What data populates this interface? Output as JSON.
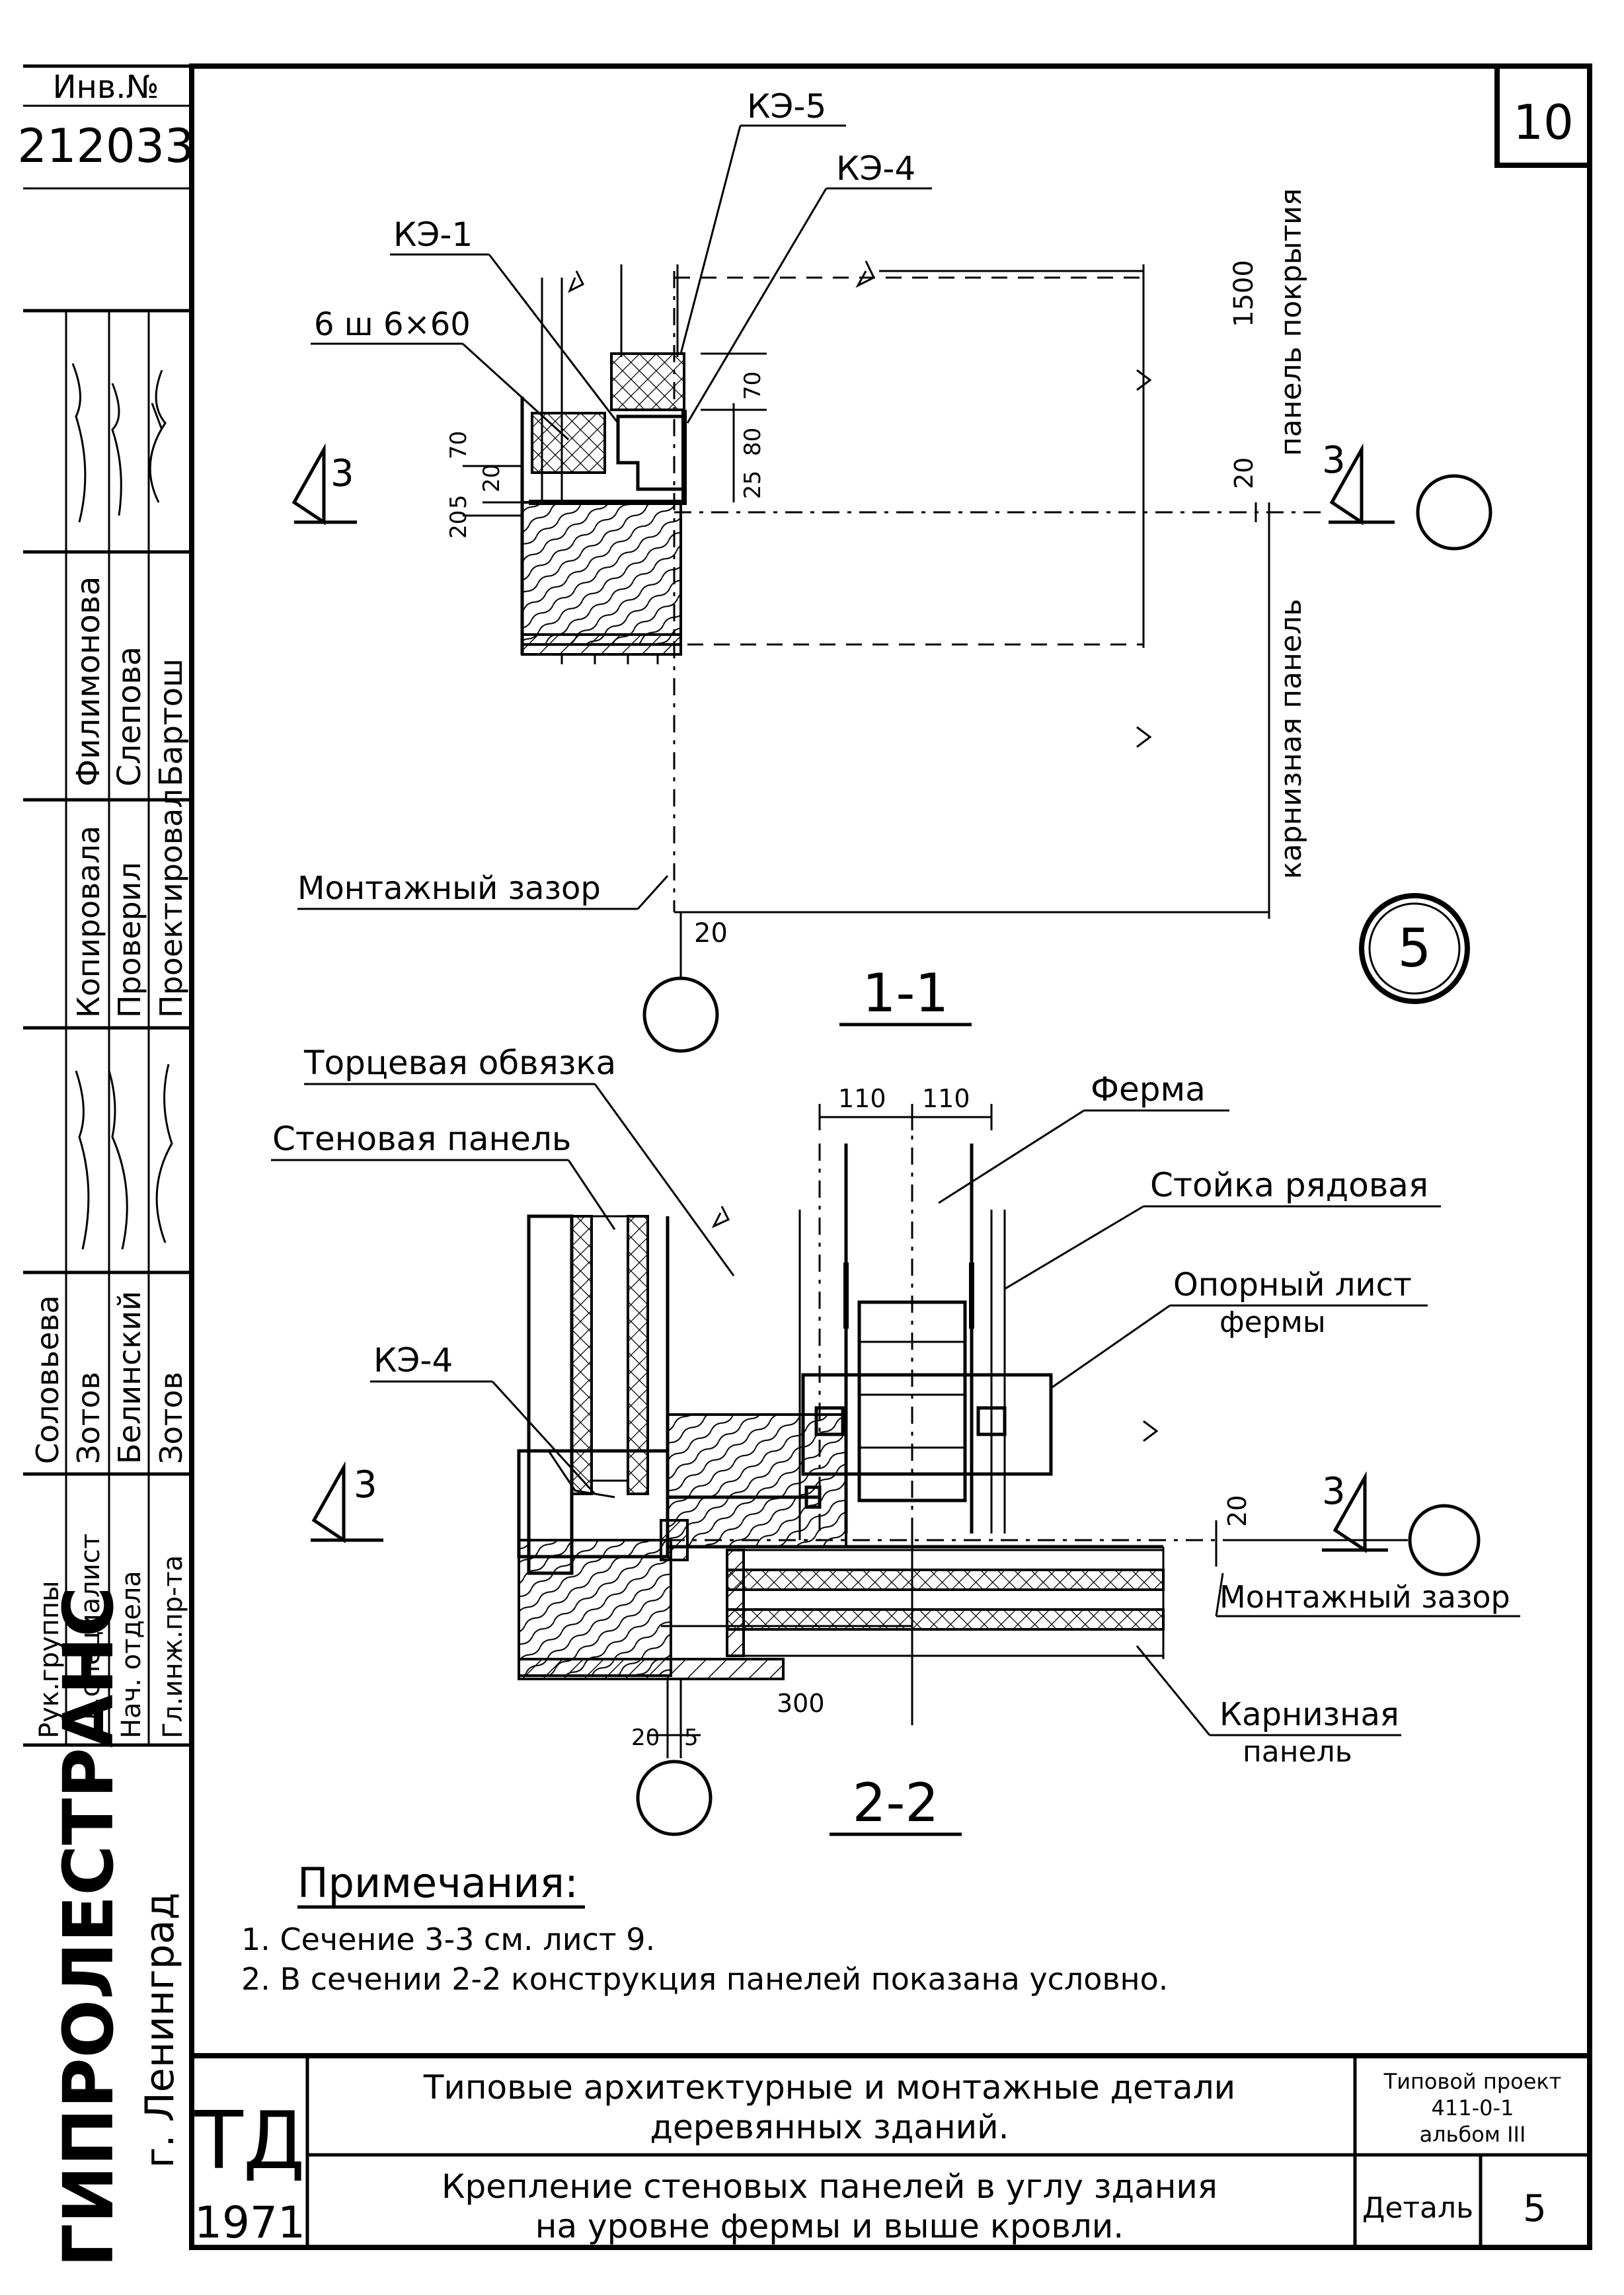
{
  "sheet": {
    "sheet_number": "10",
    "inventory_label": "Инв.№",
    "inventory_number": "212033",
    "organization": "ГИПРОЛЕСТРАНС",
    "city": "г. Ленинград",
    "doc_code": "ТД",
    "year": "1971"
  },
  "stamp_roles": {
    "col1": [
      "Гл.инж.пр-та",
      "Нач. отдела",
      "Гл.специалист",
      "Рук.группы"
    ],
    "col2": [
      "Зотов",
      "Белинский",
      "Зотов",
      "Соловьева"
    ],
    "col3": [
      "Проектировал",
      "Проверил",
      "Копировала"
    ],
    "col4": [
      "Бартош",
      "Слепова",
      "Филимонова"
    ]
  },
  "section_1_1": {
    "label": "1-1",
    "callouts": {
      "ke5": "КЭ-5",
      "ke4": "КЭ-4",
      "ke1": "КЭ-1",
      "bolts": "6 ш 6×60",
      "gap": "Монтажный зазор"
    },
    "dims": {
      "h1500": "1500",
      "d70a": "70",
      "d70b": "70",
      "d20a": "20",
      "d5": "5",
      "d20b": "20",
      "d25": "25",
      "d80": "80",
      "d20c": "20",
      "d20d": "20"
    },
    "labels": {
      "roof_panel": "панель покрытия",
      "cornice_panel": "карнизная панель"
    },
    "cut_number": "3",
    "detail_number": "5"
  },
  "section_2_2": {
    "label": "2-2",
    "callouts": {
      "end_frame": "Торцевая обвязка",
      "wall_panel": "Стеновая панель",
      "ke4": "КЭ-4",
      "truss": "Ферма",
      "post": "Стойка рядовая",
      "plate_line1": "Опорный лист",
      "plate_line2": "фермы",
      "gap": "Монтажный зазор",
      "cornice_line1": "Карнизная",
      "cornice_line2": "панель"
    },
    "dims": {
      "d110a": "110",
      "d110b": "110",
      "d20": "20",
      "d300": "300",
      "d20b": "20",
      "d5": "5"
    },
    "cut_number": "3"
  },
  "notes": {
    "heading": "Примечания:",
    "items": [
      "1. Сечение 3-3 см. лист 9.",
      "2. В сечении 2-2 конструкция панелей показана условно."
    ]
  },
  "title_block": {
    "title_line1": "Типовые архитектурные и монтажные детали",
    "title_line2": "деревянных зданий.",
    "subtitle_line1": "Крепление стеновых панелей в углу здания",
    "subtitle_line2": "на уровне фермы и выше кровли.",
    "project_line1": "Типовой проект",
    "project_line2": "411-0-1",
    "project_line3": "альбом III",
    "detail_label": "Деталь",
    "detail_number": "5"
  }
}
